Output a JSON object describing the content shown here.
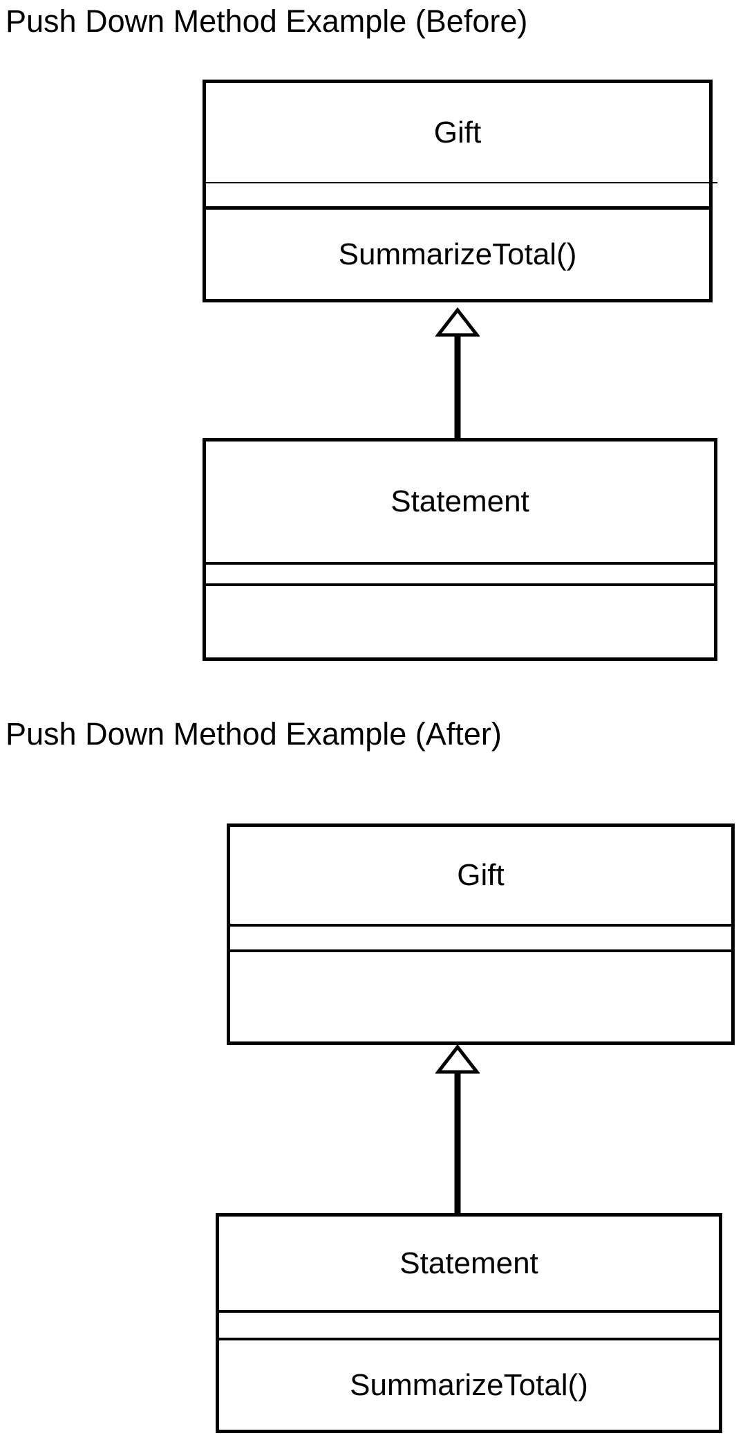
{
  "page": {
    "background_color": "#ffffff",
    "ink_color": "#000000"
  },
  "diagrams": [
    {
      "title": "Push Down Method Example (Before)",
      "relationship": "generalization (Statement inherits from Gift)",
      "classes": [
        {
          "name": "Gift",
          "attributes": "",
          "methods": "SummarizeTotal()"
        },
        {
          "name": "Statement",
          "attributes": "",
          "methods": ""
        }
      ]
    },
    {
      "title": "Push Down Method Example (After)",
      "relationship": "generalization (Statement inherits from Gift)",
      "classes": [
        {
          "name": "Gift",
          "attributes": "",
          "methods": ""
        },
        {
          "name": "Statement",
          "attributes": "",
          "methods": "SummarizeTotal()"
        }
      ]
    }
  ]
}
